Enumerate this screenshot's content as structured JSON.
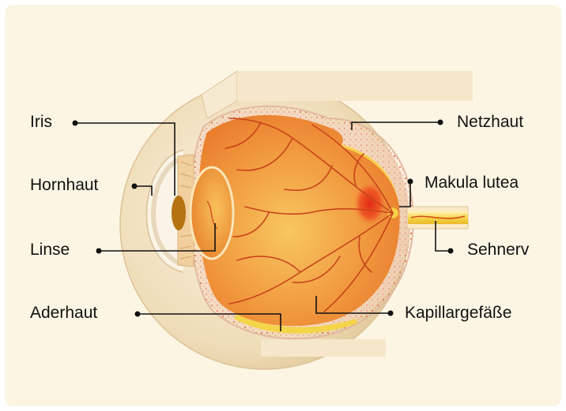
{
  "labels": {
    "iris": "Iris",
    "hornhaut": "Hornhaut",
    "linse": "Linse",
    "aderhaut": "Aderhaut",
    "netzhaut": "Netzhaut",
    "makula": "Makula lutea",
    "sehnerv": "Sehnerv",
    "kapillar": "Kapillargefäße"
  },
  "colors": {
    "background": "#fdf5e4",
    "sclera": "#f1dfbd",
    "retina": "#f0a54a",
    "macula": "#e63a1c",
    "retina_layer": "#f7c96a",
    "nerve": "#f5d54c",
    "vessels": "#c8431c",
    "leader_line": "#111111"
  }
}
